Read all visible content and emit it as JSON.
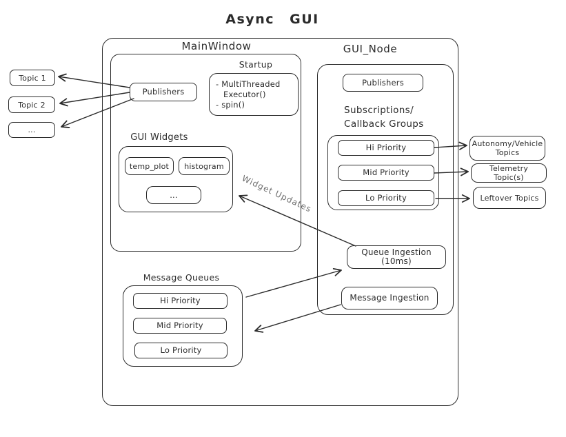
{
  "title": "Async GUI",
  "colors": {
    "stroke": "#2b2b2b",
    "background": "#ffffff",
    "edge_label": "#6f6f6f"
  },
  "left_topics": [
    {
      "label": "Topic 1"
    },
    {
      "label": "Topic 2"
    },
    {
      "label": "..."
    }
  ],
  "main_window": {
    "label": "MainWindow",
    "publishers_label": "Publishers",
    "startup": {
      "label": "Startup",
      "items": [
        {
          "text": "- MultiThreaded Executor()"
        },
        {
          "text": "- spin()"
        }
      ]
    },
    "gui_widgets": {
      "label": "GUI Widgets",
      "items": [
        {
          "label": "temp_plot"
        },
        {
          "label": "histogram"
        },
        {
          "label": "..."
        }
      ]
    },
    "message_queues": {
      "label": "Message Queues",
      "items": [
        {
          "label": "Hi Priority"
        },
        {
          "label": "Mid Priority"
        },
        {
          "label": "Lo Priority"
        }
      ]
    }
  },
  "gui_node": {
    "label": "GUI_Node",
    "publishers_label": "Publishers",
    "subscriptions_heading": [
      "Subscriptions/",
      "Callback Groups"
    ],
    "callback_groups": [
      {
        "label": "Hi Priority"
      },
      {
        "label": "Mid Priority"
      },
      {
        "label": "Lo Priority"
      }
    ],
    "queue_ingestion_label": "Queue Ingestion (10ms)",
    "message_ingestion_label": "Message Ingestion"
  },
  "right_topics": [
    {
      "label": "Autonomy/Vehicle Topics"
    },
    {
      "label": "Telemetry Topic(s)"
    },
    {
      "label": "Leftover Topics"
    }
  ],
  "edge_labels": {
    "widget_updates": "Widget Updates"
  }
}
